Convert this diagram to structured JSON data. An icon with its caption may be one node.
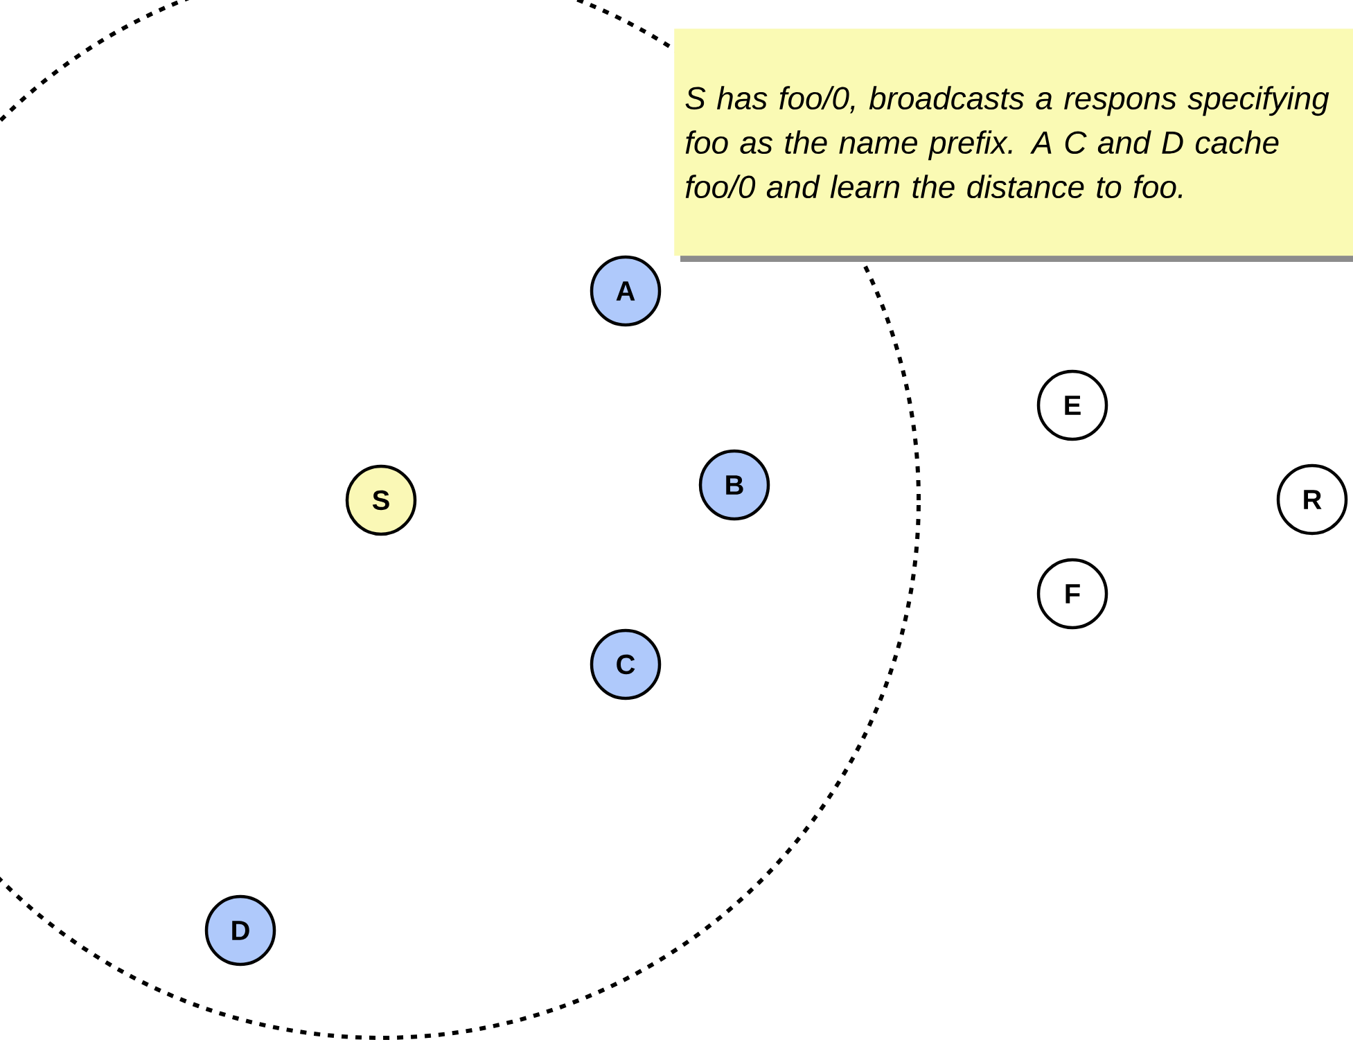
{
  "diagram": {
    "nodes": [
      {
        "text": [
          "S has foo/0, broadcasts a respons specifying foo as the name prefix. A C and D cache foo/0 and learn the distance to foo."
        ]
      },
      {
        "text": [
          "A"
        ]
      },
      {
        "text": [
          "E"
        ]
      },
      {
        "text": [
          "S"
        ]
      },
      {
        "text": [
          "B"
        ]
      },
      {
        "text": [
          "R"
        ]
      },
      {
        "text": [
          "F"
        ]
      },
      {
        "text": [
          "C"
        ]
      },
      {
        "text": [
          "D"
        ]
      }
    ]
  }
}
